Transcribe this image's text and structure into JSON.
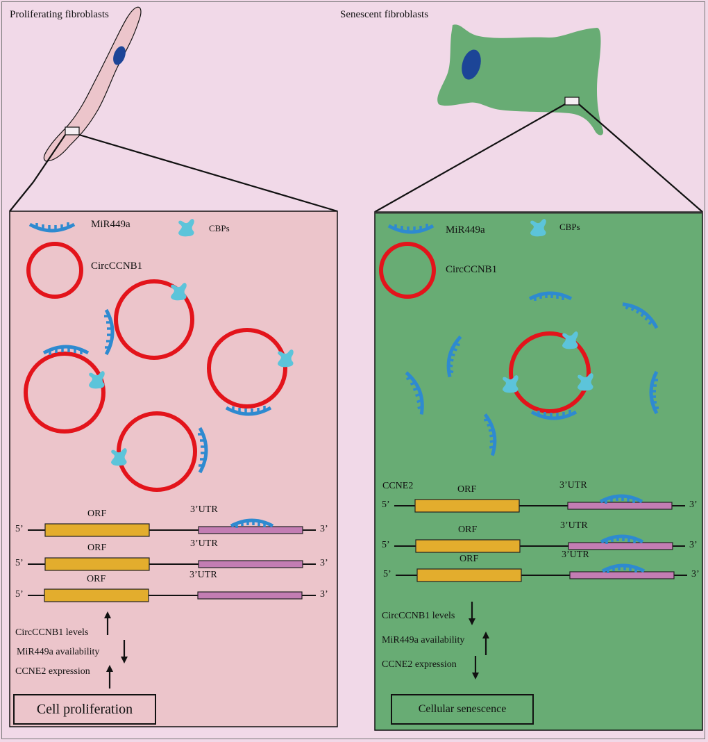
{
  "colors": {
    "background": "#f1d9e8",
    "proliferating_panel": "#ecc5cb",
    "senescent_panel": "#68ac74",
    "circrna": "#e3141b",
    "mirna": "#2e8ad0",
    "cbp": "#5cc4da",
    "nucleus": "#1c4597",
    "orf": "#e3ad2d",
    "utr": "#c37db3",
    "proliferating_cell": "#ecc5cb",
    "senescent_cell": "#68ac74"
  },
  "left": {
    "cell_title": "Proliferating fibroblasts",
    "legend": {
      "mirna": "MiR449a",
      "cbp": "CBPs",
      "circ": "CircCCNB1"
    },
    "genes": [
      {
        "five": "5’",
        "orf": "ORF",
        "utr": "3’UTR",
        "three": "3’",
        "mirna_bound": true
      },
      {
        "five": "5’",
        "orf": "ORF",
        "utr": "3’UTR",
        "three": "3’",
        "mirna_bound": false
      },
      {
        "five": "5’",
        "orf": "ORF",
        "utr": "3’UTR",
        "three": "3’",
        "mirna_bound": false
      }
    ],
    "effects": [
      {
        "label": "CircCCNB1 levels",
        "direction": "up"
      },
      {
        "label": "MiR449a availability",
        "direction": "down"
      },
      {
        "label": "CCNE2 expression",
        "direction": "up"
      }
    ],
    "outcome": "Cell proliferation"
  },
  "right": {
    "cell_title": "Senescent fibroblasts",
    "legend": {
      "mirna": "MiR449a",
      "cbp": "CBPs",
      "circ": "CircCCNB1"
    },
    "gene_name": "CCNE2",
    "genes": [
      {
        "five": "5’",
        "orf": "ORF",
        "utr": "3’UTR",
        "three": "3’",
        "mirna_bound": true
      },
      {
        "five": "5’",
        "orf": "ORF",
        "utr": "3’UTR",
        "three": "3’",
        "mirna_bound": true
      },
      {
        "five": "5’",
        "orf": "ORF",
        "utr": "3’UTR",
        "three": "3’",
        "mirna_bound": true
      }
    ],
    "effects": [
      {
        "label": "CircCCNB1 levels",
        "direction": "down"
      },
      {
        "label": "MiR449a availability",
        "direction": "up"
      },
      {
        "label": "CCNE2 expression",
        "direction": "down"
      }
    ],
    "outcome": "Cellular senescence"
  }
}
